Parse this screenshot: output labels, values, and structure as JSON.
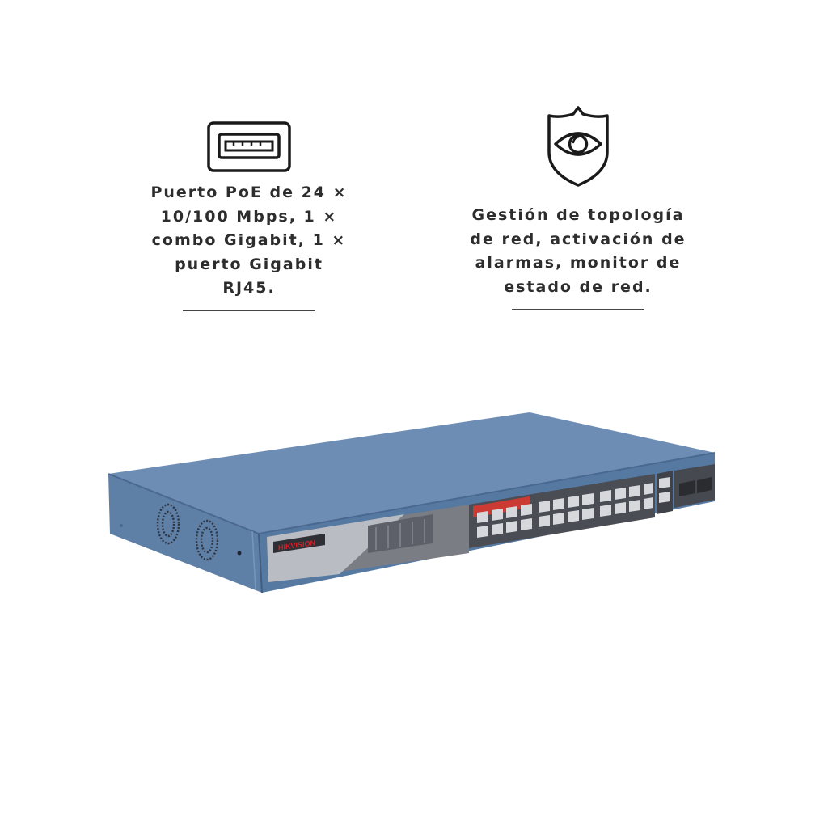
{
  "features": [
    {
      "icon": "usb-port-icon",
      "text": "Puerto PoE de 24 ×\n10/100 Mbps, 1 ×\ncombo Gigabit, 1 ×\npuerto Gigabit\nRJ45."
    },
    {
      "icon": "shield-eye-icon",
      "text": "Gestión de topología\nde red, activación de\nalarmas, monitor de\nestado de red."
    }
  ],
  "product": {
    "image": "network-switch-image",
    "brand": "HIKVISION"
  },
  "colors": {
    "text": "#2d2d2d",
    "switch_body": "#5d7fa6",
    "brand_red": "#d42027"
  }
}
